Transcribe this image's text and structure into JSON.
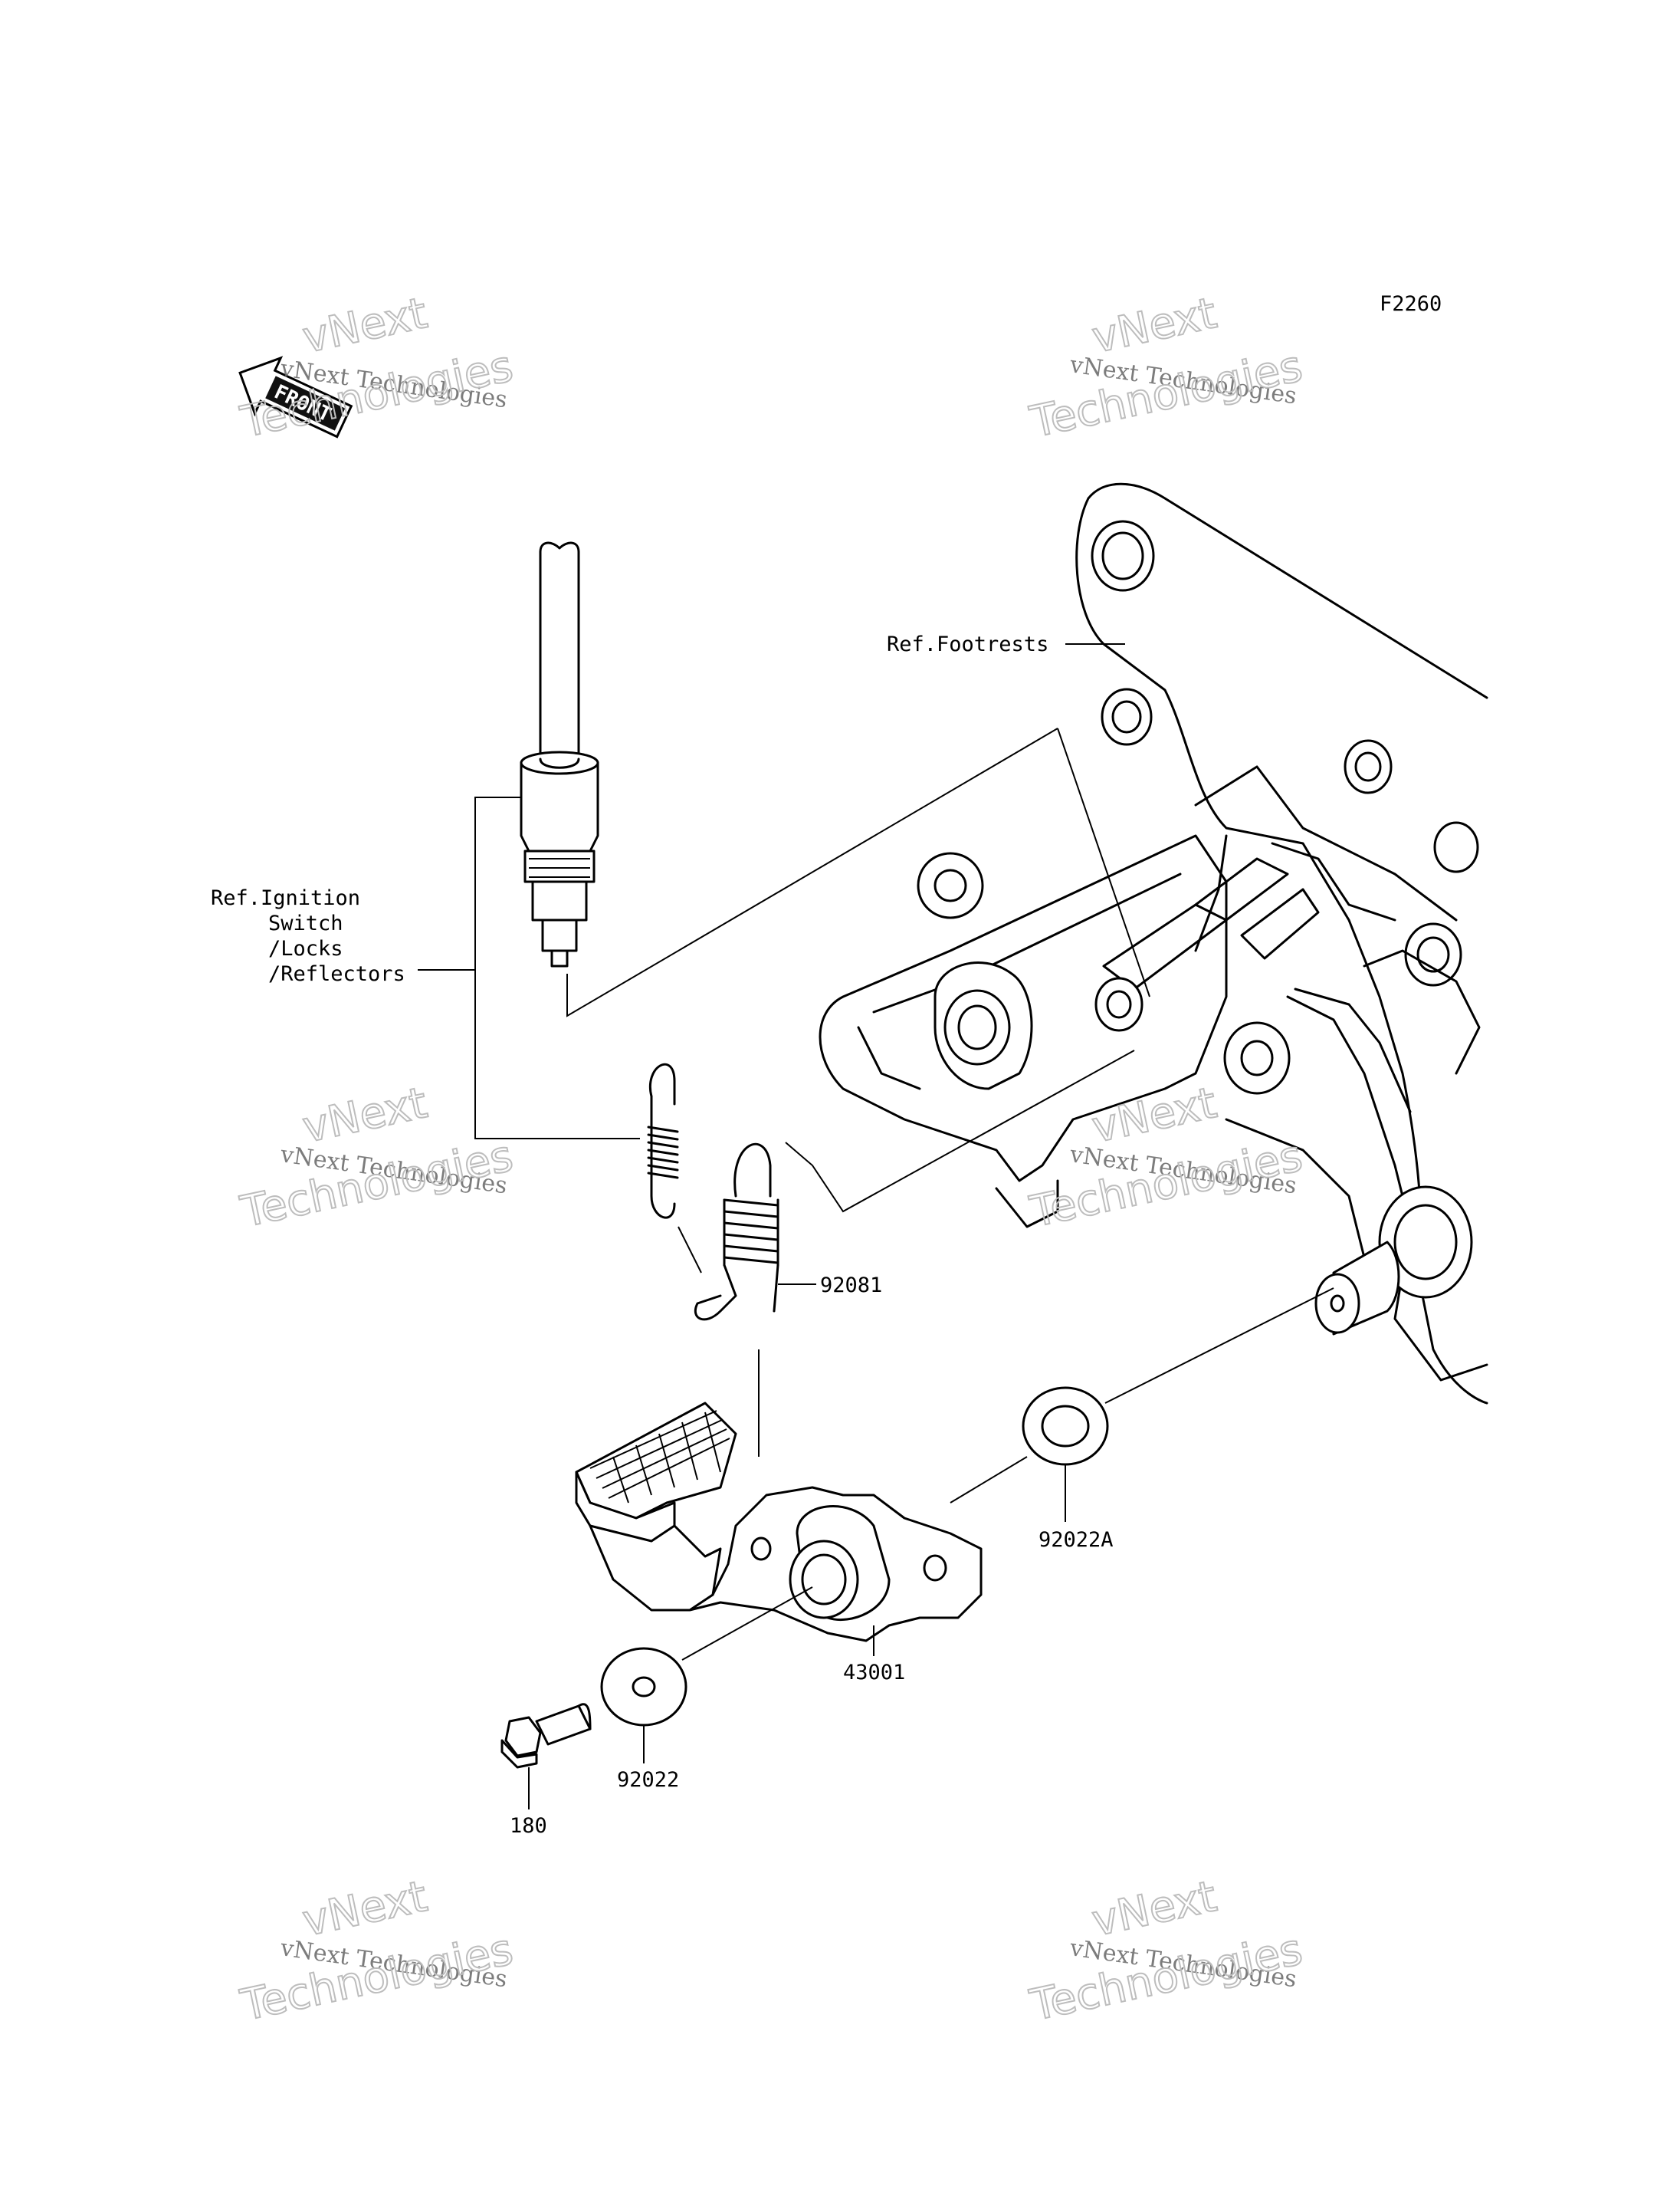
{
  "diagram_code": "F2260",
  "front_badge": "FRONT",
  "watermark": {
    "line1": "vNext Technologies",
    "line2": "vNext",
    "line3": "Technologies"
  },
  "labels": {
    "ref_footrests": "Ref.Footrests",
    "ref_ignition_1": "Ref.Ignition",
    "ref_ignition_2": "Switch",
    "ref_ignition_3": "/Locks",
    "ref_ignition_4": "/Reflectors",
    "part_92081": "92081",
    "part_92022A": "92022A",
    "part_43001": "43001",
    "part_92022": "92022",
    "part_180": "180"
  },
  "colors": {
    "line": "#000000",
    "watermark": "#9e9e9e",
    "background": "#ffffff"
  }
}
